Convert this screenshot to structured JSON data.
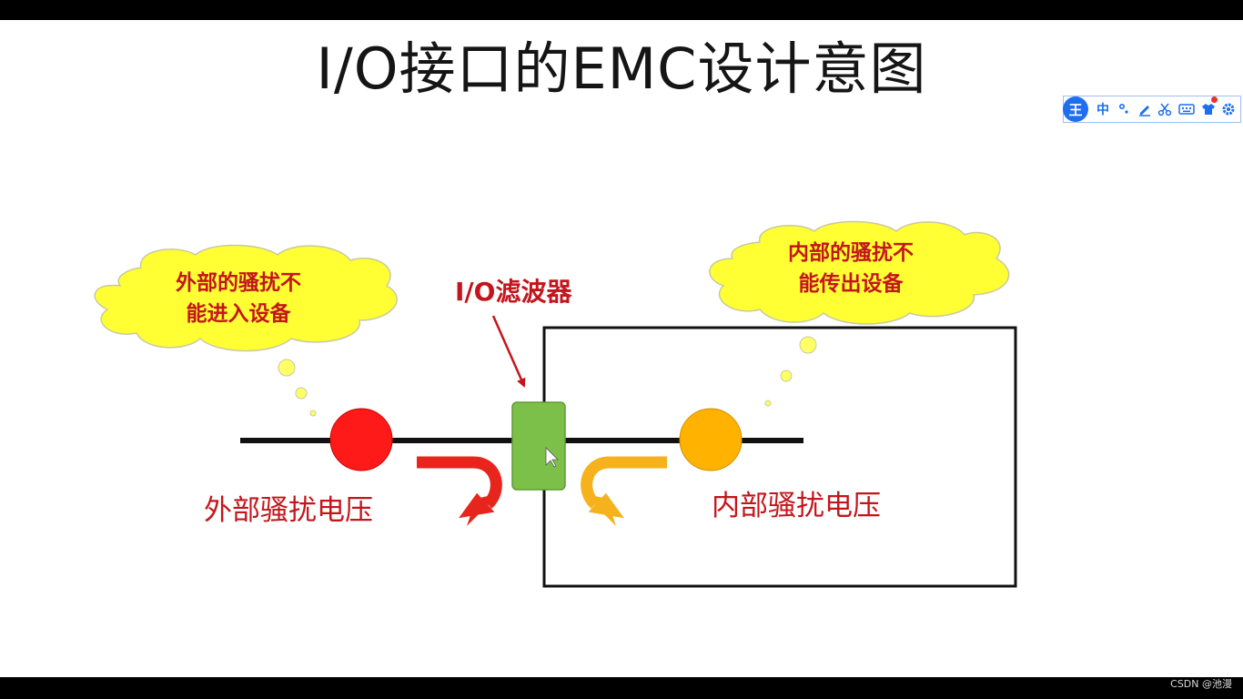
{
  "slide": {
    "title": "I/O接口的EMC设计意图"
  },
  "diagram": {
    "external_cloud": {
      "line1": "外部的骚扰不",
      "line2": "能进入设备"
    },
    "internal_cloud": {
      "line1": "内部的骚扰不",
      "line2": "能传出设备"
    },
    "filter_label": "I/O滤波器",
    "external_voltage_label": "外部骚扰电压",
    "internal_voltage_label": "内部骚扰电压",
    "colors": {
      "text_red": "#c3161c",
      "cloud_fill": "#ffff33",
      "external_source": "#ff1a1a",
      "internal_source": "#ffb300",
      "filter_green": "#7cc04a",
      "external_arrow": "#e8251c",
      "internal_arrow": "#f6b21c"
    }
  },
  "ime_toolbar": {
    "logo": "王",
    "lang_label": "中",
    "icons": [
      "punctuation-icon",
      "pen-icon",
      "scissors-icon",
      "keyboard-icon",
      "skin-icon",
      "settings-icon"
    ]
  },
  "watermark": "CSDN @池漫"
}
